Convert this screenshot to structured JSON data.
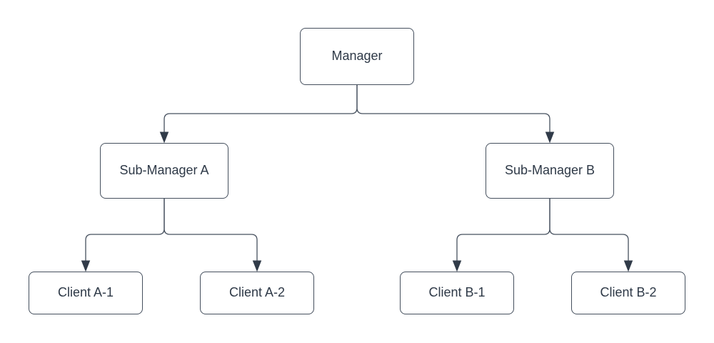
{
  "diagram": {
    "type": "org-chart",
    "nodes": {
      "manager": {
        "label": "Manager",
        "level": 1
      },
      "sub_a": {
        "label": "Sub-Manager A",
        "level": 2
      },
      "sub_b": {
        "label": "Sub-Manager B",
        "level": 2
      },
      "client_a1": {
        "label": "Client A-1",
        "level": 3
      },
      "client_a2": {
        "label": "Client A-2",
        "level": 3
      },
      "client_b1": {
        "label": "Client B-1",
        "level": 3
      },
      "client_b2": {
        "label": "Client B-2",
        "level": 3
      }
    },
    "edges": [
      {
        "from": "manager",
        "to": "sub_a"
      },
      {
        "from": "manager",
        "to": "sub_b"
      },
      {
        "from": "sub_a",
        "to": "client_a1"
      },
      {
        "from": "sub_a",
        "to": "client_a2"
      },
      {
        "from": "sub_b",
        "to": "client_b1"
      },
      {
        "from": "sub_b",
        "to": "client_b2"
      }
    ],
    "colors": {
      "background": "#ffffff",
      "node_fill": "#ffffff",
      "node_stroke": "#46505e",
      "text_color": "#2e3947",
      "connector": "#46505e",
      "arrow_fill": "#313b49"
    }
  }
}
